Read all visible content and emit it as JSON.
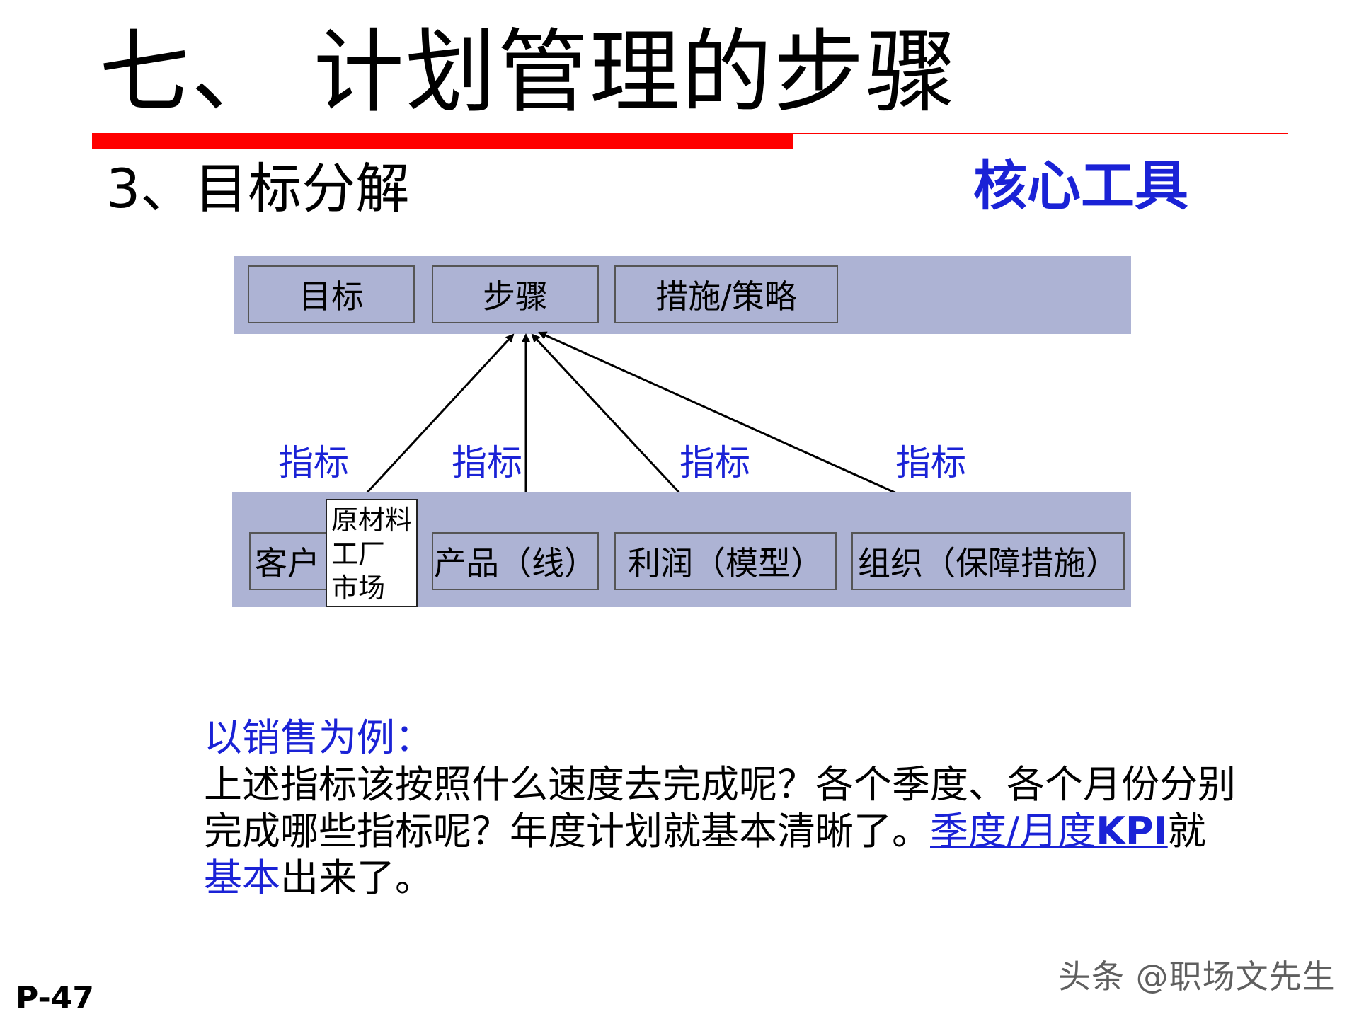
{
  "slide": {
    "title": "七、 计划管理的步骤",
    "subtitle": "3、目标分解",
    "core_tool": "核心工具",
    "page_number": "P-47",
    "watermark": "头条 @职场文先生"
  },
  "diagram": {
    "top_boxes": [
      "目标",
      "步骤",
      "措施/策略"
    ],
    "indicator_label": "指标",
    "bottom_boxes": {
      "customer": "客户",
      "customer_popup": [
        "原材料",
        "工厂",
        "市场"
      ],
      "product": "产品（线）",
      "profit": "利润（模型）",
      "organization": "组织（保障措施）"
    }
  },
  "text": {
    "heading": "以销售为例：",
    "line1": "上述指标该按照什么速度去完成呢？各个季度、各个月份分别",
    "line2_a": "完成哪些指标呢？年度计划就基本清晰了。",
    "line2_link_a": "季度/月度",
    "line2_link_b": "KPI",
    "line2_b": "就",
    "line3_blue": "基本",
    "line3_rest": "出来了。"
  },
  "colors": {
    "accent_red": "#ff0000",
    "accent_blue": "#1a22d6",
    "band": "#adb3d4"
  }
}
